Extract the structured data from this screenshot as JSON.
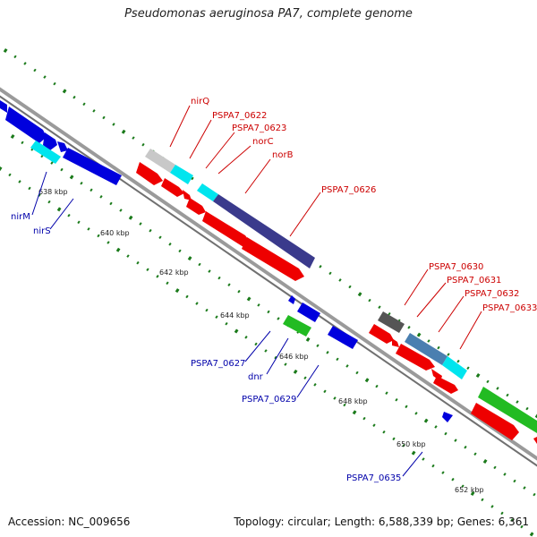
{
  "title": "Pseudomonas aeruginosa PA7, complete genome",
  "footer": {
    "accession": "Accession: NC_009656",
    "summary": "Topology: circular; Length: 6,588,339 bp; Genes: 6,361"
  },
  "colors": {
    "forward_label": "#cc0000",
    "reverse_label": "#0000aa",
    "backbone": "#888888",
    "tick_dots": "#1a7a1a"
  },
  "kbp_ticks": [
    "638 kbp",
    "640 kbp",
    "642 kbp",
    "644 kbp",
    "646 kbp",
    "648 kbp",
    "650 kbp",
    "652 kbp"
  ],
  "forward_labels": [
    "nirQ",
    "PSPA7_0622",
    "PSPA7_0623",
    "norC",
    "norB",
    "PSPA7_0626",
    "PSPA7_0630",
    "PSPA7_0631",
    "PSPA7_0632",
    "PSPA7_0633"
  ],
  "reverse_labels": [
    "nirM",
    "nirS",
    "PSPA7_0627",
    "dnr",
    "PSPA7_0629",
    "PSPA7_0635"
  ]
}
